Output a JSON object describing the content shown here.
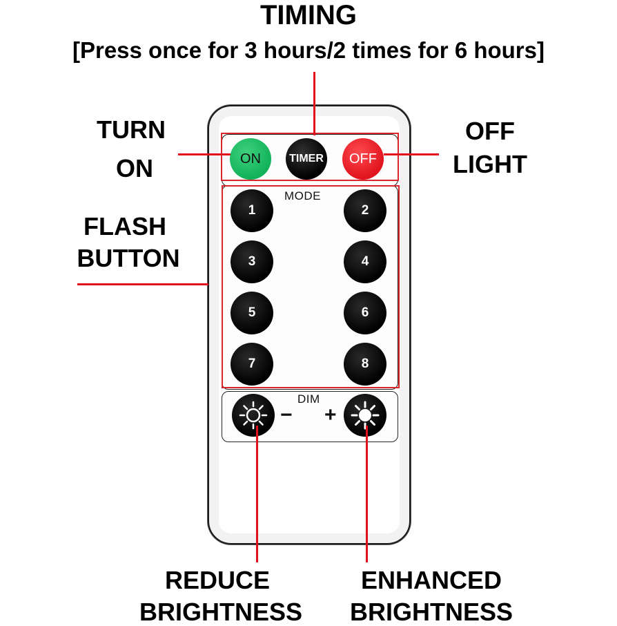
{
  "callouts": {
    "timing_title": "TIMING",
    "timing_note": "[Press once for 3 hours/2 times for 6 hours]",
    "turn_on_1": "TURN",
    "turn_on_2": "ON",
    "off_light_1": "OFF",
    "off_light_2": "LIGHT",
    "flash_1": "FLASH",
    "flash_2": "BUTTON",
    "reduce_1": "REDUCE",
    "reduce_2": "BRIGHTNESS",
    "enhanced_1": "ENHANCED",
    "enhanced_2": "BRIGHTNESS"
  },
  "remote": {
    "on_label": "ON",
    "timer_label": "TIMER",
    "off_label": "OFF",
    "mode_label": "MODE",
    "mode_buttons": [
      "1",
      "2",
      "3",
      "4",
      "5",
      "6",
      "7",
      "8"
    ],
    "dim_label": "DIM",
    "minus": "−",
    "plus": "+"
  },
  "colors": {
    "on_button": "#12b25a",
    "off_button": "#e0141e",
    "timer_button": "#111111",
    "callout_line": "#e0111c"
  },
  "icons": [
    "sun-outline-icon",
    "sun-filled-icon"
  ]
}
